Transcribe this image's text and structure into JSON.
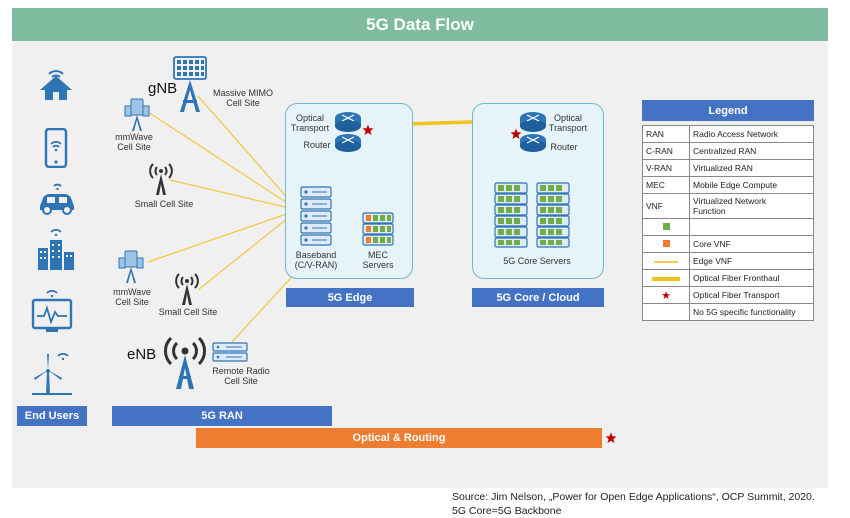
{
  "title": "5G Data Flow",
  "end_users": {
    "label": "End Users"
  },
  "ran": {
    "gnb_label": "gNB",
    "enb_label": "eNB",
    "massive_mimo": "Massive MIMO\nCell Site",
    "mmwave_top": "mmWave\nCell Site",
    "small_cell_top": "Small Cell Site",
    "mmwave_bottom": "mmWave\nCell Site",
    "small_cell_bottom": "Small Cell Site",
    "remote_radio": "Remote Radio\nCell Site"
  },
  "edge": {
    "router_label_top": "Optical\nTransport",
    "router_label_bottom": "Router",
    "baseband": "Baseband\n(C/V-RAN)",
    "mec": "MEC\nServers",
    "bar": "5G Edge"
  },
  "core": {
    "router_label_top": "Optical\nTransport",
    "router_label_bottom": "Router",
    "servers": "5G Core Servers",
    "bar": "5G Core / Cloud"
  },
  "bottom_bars": {
    "ran": "5G RAN",
    "optical": "Optical & Routing"
  },
  "legend": {
    "title": "Legend",
    "rows": [
      {
        "key": "RAN",
        "value": "Radio Access Network"
      },
      {
        "key": "C-RAN",
        "value": "Centralized RAN"
      },
      {
        "key": "V-RAN",
        "value": "Virtualized RAN"
      },
      {
        "key": "MEC",
        "value": "Mobile Edge Compute"
      },
      {
        "key": "VNF",
        "value": "Virtualized Network\nFunction"
      },
      {
        "key": "",
        "value": "Core VNF"
      },
      {
        "key": "",
        "value": "Edge VNF"
      },
      {
        "key": "",
        "value": "Optical Fiber Fronthaul"
      },
      {
        "key": "",
        "value": "Optical Fiber Transport"
      },
      {
        "key": "",
        "value": "No 5G specific functionality"
      }
    ]
  },
  "source": {
    "line1": "Source: Jim Nelson, „Power for Open Edge Applications“, OCP Summit, 2020.",
    "line2": "5G Core=5G Backbone"
  },
  "colors": {
    "title_bar": "#7fbc9f",
    "bar_blue": "#4472c4",
    "bar_orange": "#ed7d31",
    "icon_blue": "#2e75b6",
    "fronthaul_yellow": "#f5c518",
    "edge_vnf_green": "#70ad47",
    "core_vnf_orange": "#ed7d31",
    "transport_star": "#c00000"
  }
}
